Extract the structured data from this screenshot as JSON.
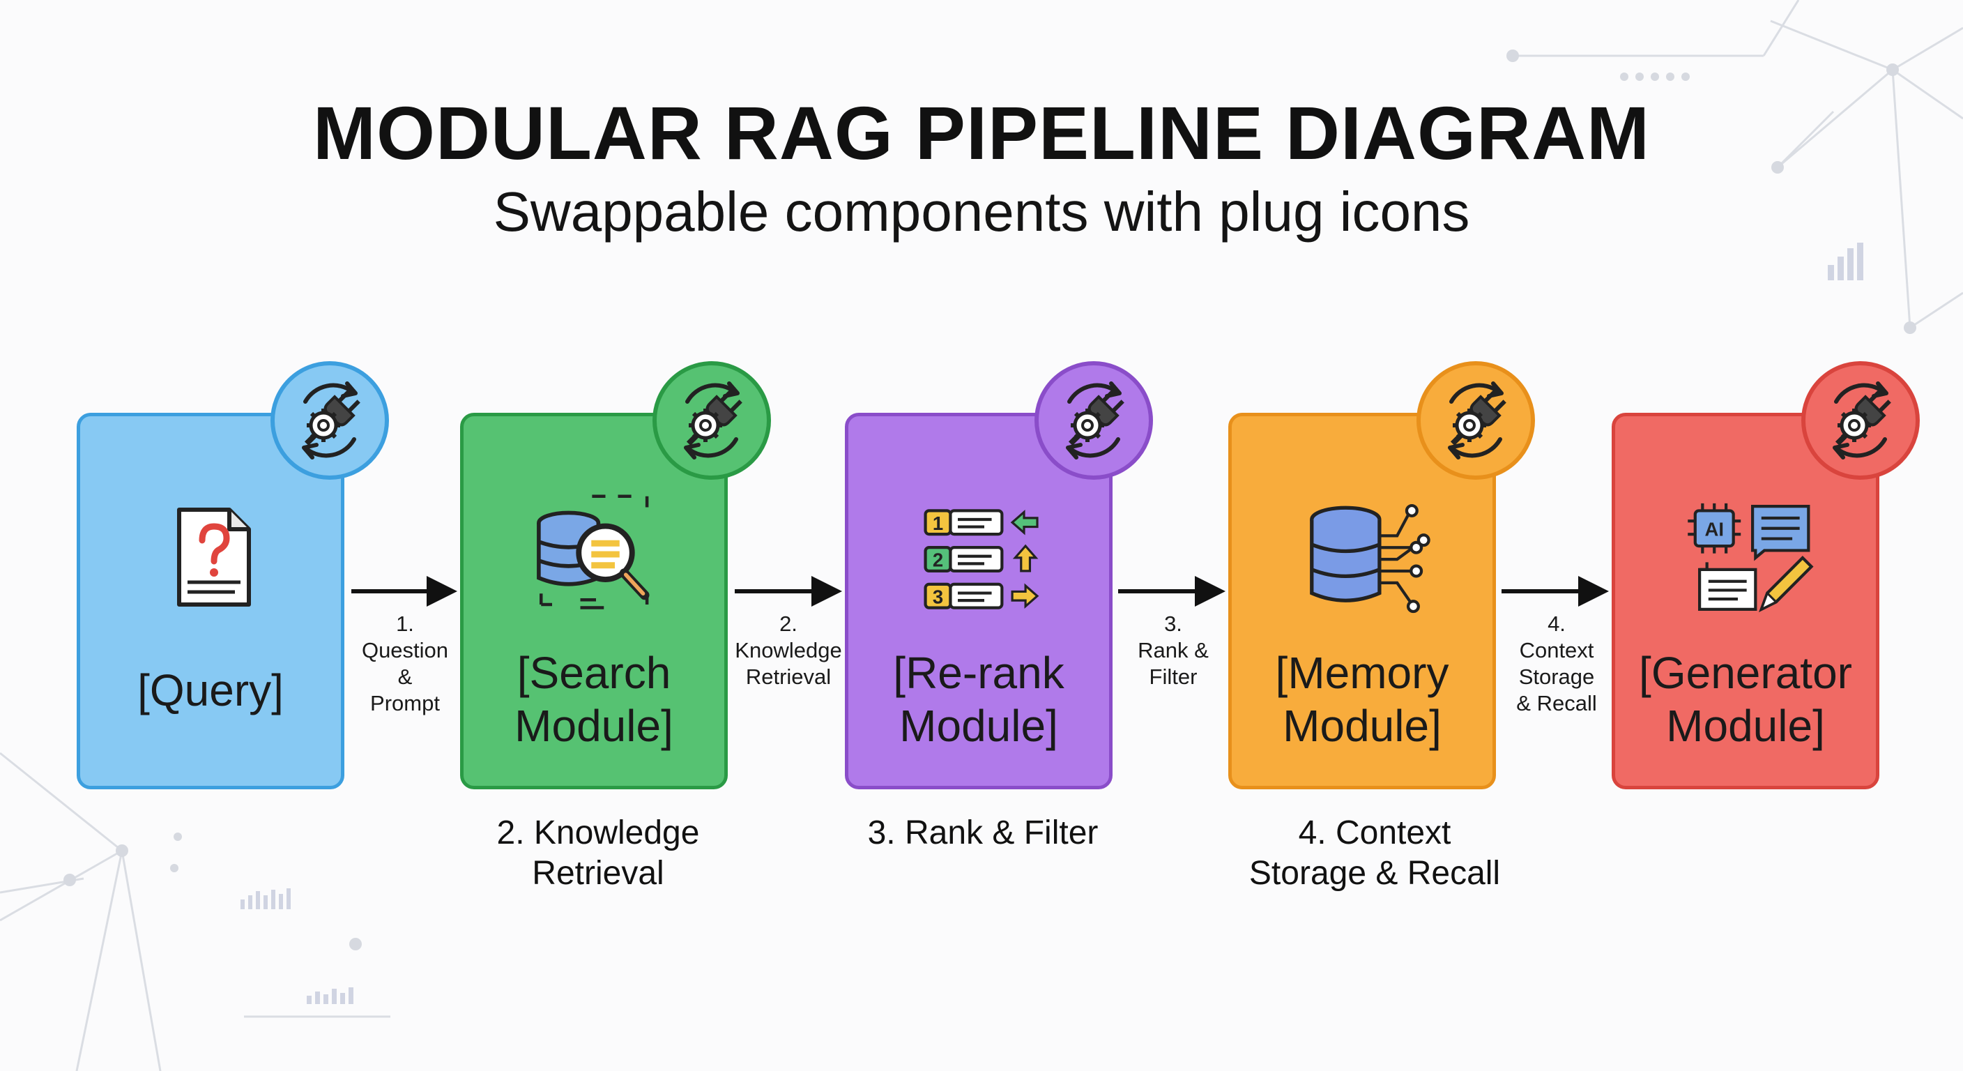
{
  "header": {
    "title": "MODULAR RAG PIPELINE DIAGRAM",
    "subtitle": "Swappable components with plug icons"
  },
  "modules": [
    {
      "label_lines": [
        "[Query]"
      ],
      "icon": "question-document-icon",
      "fill": "#87c9f3",
      "border": "#3c9fdf"
    },
    {
      "label_lines": [
        "[Search",
        "Module]"
      ],
      "icon": "database-search-icon",
      "fill": "#56c272",
      "border": "#2a9a45"
    },
    {
      "label_lines": [
        "[Re-rank",
        "Module]"
      ],
      "icon": "ranked-list-icon",
      "fill": "#b07aea",
      "border": "#8a4dc9"
    },
    {
      "label_lines": [
        "[Memory",
        "Module]"
      ],
      "icon": "memory-database-icon",
      "fill": "#f8ac3c",
      "border": "#e8901b"
    },
    {
      "label_lines": [
        "[Generator",
        "Module]"
      ],
      "icon": "ai-generator-icon",
      "fill": "#f06a64",
      "border": "#d9443d"
    }
  ],
  "plug_badge": {
    "icon": "plug-gear-swap-icon"
  },
  "connectors": [
    {
      "label_lines": [
        "1.",
        "Question",
        "&",
        "Prompt"
      ]
    },
    {
      "label_lines": [
        "2.",
        "Knowledge",
        "Retrieval"
      ]
    },
    {
      "label_lines": [
        "3.",
        "Rank &",
        "Filter"
      ]
    },
    {
      "label_lines": [
        "4.",
        "Context",
        "Storage",
        "& Recall"
      ]
    }
  ],
  "captions": [
    {
      "lines": [
        "2. Knowledge",
        "Retrieval"
      ]
    },
    {
      "lines": [
        "3. Rank & Filter"
      ]
    },
    {
      "lines": [
        "4. Context",
        "Storage & Recall"
      ]
    }
  ]
}
